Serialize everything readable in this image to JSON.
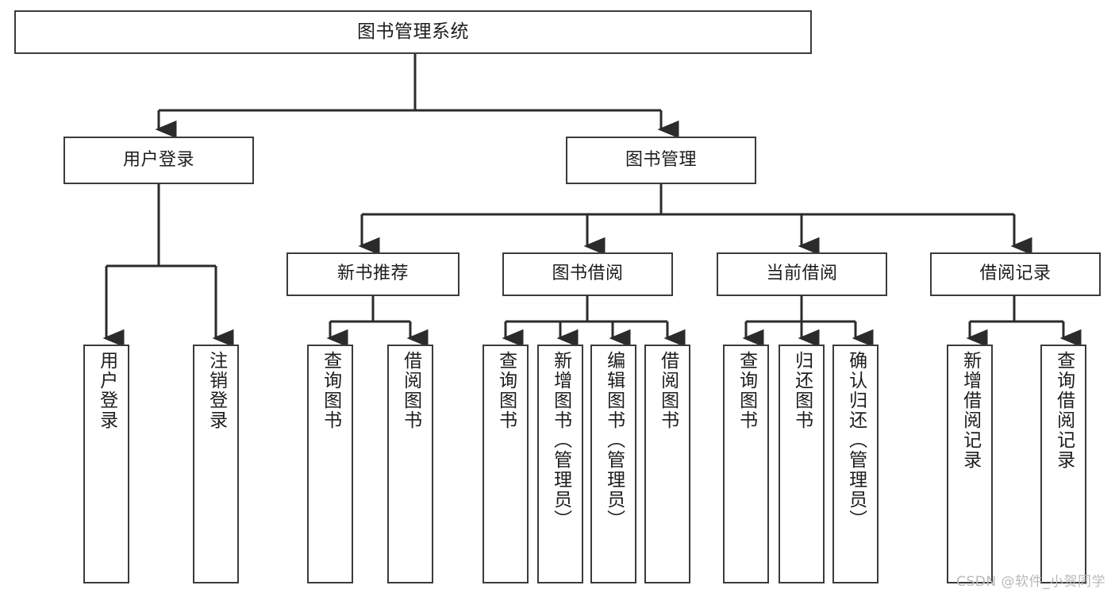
{
  "diagram": {
    "title": "图书管理系统",
    "watermark": "CSDN @软件_小贺同学",
    "colors": {
      "background": "#ffffff",
      "box_border": "#3b3b3b",
      "edge": "#2b2b2b",
      "text": "#1d1d1d",
      "watermark": "#b9b9b9"
    },
    "root": {
      "label": "图书管理系统"
    },
    "level2": [
      {
        "label": "用户登录"
      },
      {
        "label": "图书管理"
      }
    ],
    "level3": [
      {
        "label": "新书推荐"
      },
      {
        "label": "图书借阅"
      },
      {
        "label": "当前借阅"
      },
      {
        "label": "借阅记录"
      }
    ],
    "leaves": {
      "user_login": [
        {
          "label": "用户登录"
        },
        {
          "label": "注销登录"
        }
      ],
      "new_book_recommend": [
        {
          "label": "查询图书"
        },
        {
          "label": "借阅图书"
        }
      ],
      "book_borrow": [
        {
          "label": "查询图书"
        },
        {
          "label": "新增图书（管理员）"
        },
        {
          "label": "编辑图书（管理员）"
        },
        {
          "label": "借阅图书"
        }
      ],
      "current_borrow": [
        {
          "label": "查询图书"
        },
        {
          "label": "归还图书"
        },
        {
          "label": "确认归还（管理员）"
        }
      ],
      "borrow_record": [
        {
          "label": "新增借阅记录"
        },
        {
          "label": "查询借阅记录"
        }
      ]
    }
  }
}
